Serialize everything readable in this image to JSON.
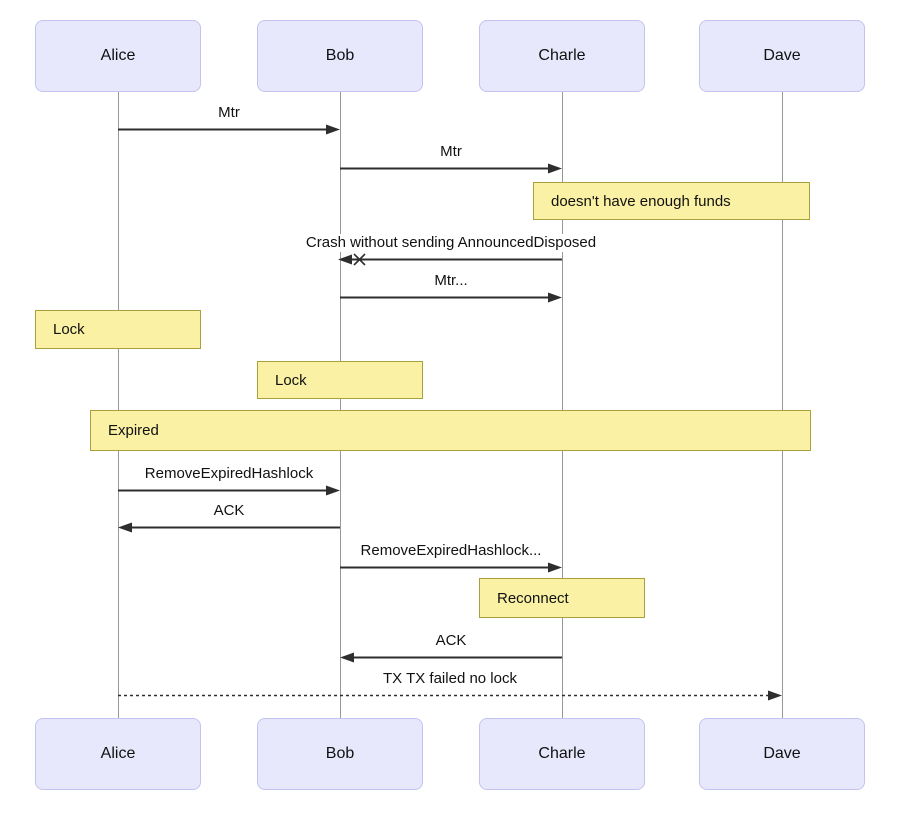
{
  "diagram": {
    "type": "sequence-diagram",
    "colors": {
      "actor_fill": "#e8e8fd",
      "actor_border": "#c3c3f0",
      "note_fill": "#faf1a4",
      "note_border": "#a89f3d",
      "line": "#2e2e2e",
      "lifeline": "#979797",
      "background": "#ffffff",
      "text": "#111111"
    },
    "actors": [
      {
        "name": "Alice"
      },
      {
        "name": "Bob"
      },
      {
        "name": "Charle"
      },
      {
        "name": "Dave"
      }
    ],
    "messages": [
      {
        "from": "Alice",
        "to": "Bob",
        "label": "Mtr",
        "arrow": "solid"
      },
      {
        "from": "Bob",
        "to": "Charle",
        "label": "Mtr",
        "arrow": "solid"
      },
      {
        "from": "Charle",
        "to": "Bob",
        "label": "Crash without sending AnnouncedDisposed",
        "arrow": "solid",
        "marker": "cross"
      },
      {
        "from": "Bob",
        "to": "Charle",
        "label": "Mtr...",
        "arrow": "solid"
      },
      {
        "from": "Alice",
        "to": "Bob",
        "label": "RemoveExpiredHashlock",
        "arrow": "solid"
      },
      {
        "from": "Bob",
        "to": "Alice",
        "label": "ACK",
        "arrow": "solid"
      },
      {
        "from": "Bob",
        "to": "Charle",
        "label": "RemoveExpiredHashlock...",
        "arrow": "solid"
      },
      {
        "from": "Charle",
        "to": "Bob",
        "label": "ACK",
        "arrow": "solid"
      },
      {
        "from": "Alice",
        "to": "Dave",
        "label": "TX TX failed no lock",
        "arrow": "dashed"
      }
    ],
    "notes": [
      {
        "over": [
          "Charle",
          "Dave"
        ],
        "label": "doesn't have enough funds"
      },
      {
        "over": [
          "Alice"
        ],
        "label": "Lock"
      },
      {
        "over": [
          "Bob"
        ],
        "label": "Lock"
      },
      {
        "over": [
          "Alice",
          "Bob",
          "Charle",
          "Dave"
        ],
        "label": "Expired"
      },
      {
        "over": [
          "Charle"
        ],
        "label": "Reconnect"
      }
    ]
  }
}
